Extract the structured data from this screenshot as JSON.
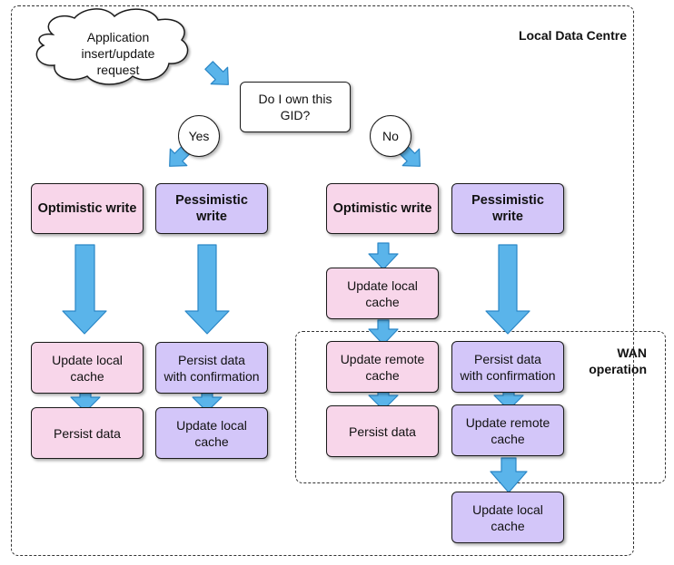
{
  "frames": {
    "local_label": "Local Data Centre",
    "wan_label_line1": "WAN",
    "wan_label_line2": "operation"
  },
  "request": {
    "line1": "Application",
    "line2": "insert/update",
    "line3": "request"
  },
  "decision": {
    "question_line1": "Do I own this",
    "question_line2": "GID?",
    "yes": "Yes",
    "no": "No"
  },
  "columns": {
    "col1": {
      "header": "Optimistic write",
      "step1_line1": "Update local",
      "step1_line2": "cache",
      "step2": "Persist data"
    },
    "col2": {
      "header_line1": "Pessimistic",
      "header_line2": "write",
      "step1_line1": "Persist data",
      "step1_line2": "with confirmation",
      "step2_line1": "Update local",
      "step2_line2": "cache"
    },
    "col3": {
      "header": "Optimistic write",
      "step1_line1": "Update local",
      "step1_line2": "cache",
      "step2_line1": "Update remote",
      "step2_line2": "cache",
      "step3": "Persist data"
    },
    "col4": {
      "header_line1": "Pessimistic",
      "header_line2": "write",
      "step1_line1": "Persist data",
      "step1_line2": "with confirmation",
      "step2_line1": "Update remote",
      "step2_line2": "cache",
      "step3_line1": "Update local",
      "step3_line2": "cache"
    }
  },
  "colors": {
    "optimistic_fill": "#f8d6ea",
    "pessimistic_fill": "#d3c6f9",
    "arrow_fill": "#5ab4ea",
    "arrow_stroke": "#2a86c6"
  }
}
